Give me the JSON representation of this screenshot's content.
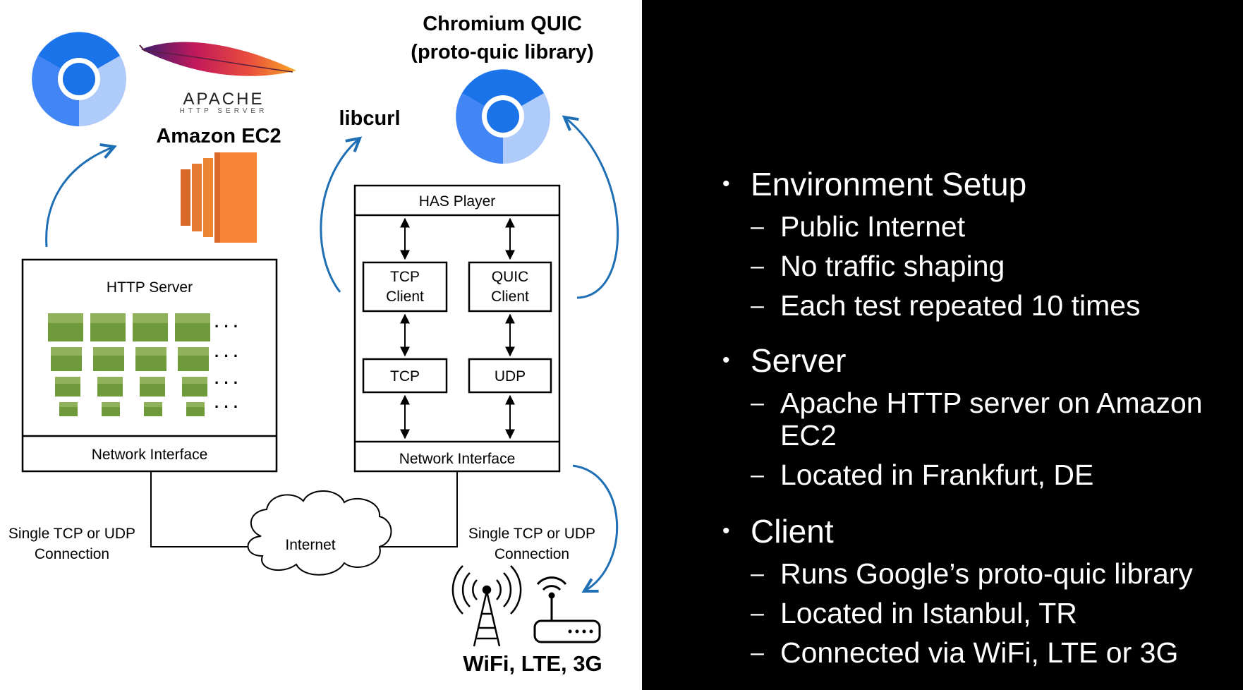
{
  "diagram": {
    "chromium_quic_title_line1": "Chromium QUIC",
    "chromium_quic_title_line2": "(proto-quic library)",
    "apache_logo_text": "APACHE",
    "apache_logo_subtext": "HTTP SERVER",
    "amazon_ec2_label": "Amazon EC2",
    "libcurl_label": "libcurl",
    "has_player_label": "HAS Player",
    "tcp_client_line1": "TCP",
    "tcp_client_line2": "Client",
    "quic_client_line1": "QUIC",
    "quic_client_line2": "Client",
    "tcp_label": "TCP",
    "udp_label": "UDP",
    "http_server_label": "HTTP Server",
    "network_interface_left": "Network Interface",
    "network_interface_right": "Network Interface",
    "internet_label": "Internet",
    "connection_left_line1": "Single TCP or UDP",
    "connection_left_line2": "Connection",
    "connection_right_line1": "Single TCP or UDP",
    "connection_right_line2": "Connection",
    "access_label": "WiFi, LTE, 3G",
    "ellipsis": "· · ·"
  },
  "sections": [
    {
      "title": "Environment Setup",
      "items": [
        "Public Internet",
        "No traffic shaping",
        "Each test repeated 10 times"
      ]
    },
    {
      "title": "Server",
      "items": [
        "Apache HTTP server on Amazon EC2",
        "Located in Frankfurt, DE"
      ]
    },
    {
      "title": "Client",
      "items": [
        "Runs Google’s proto-quic library",
        "Located in Istanbul, TR",
        "Connected via WiFi, LTE or 3G"
      ]
    }
  ],
  "bullet_symbol": "•",
  "dash_symbol": "–",
  "colors": {
    "arrow_blue": "#1f6fb5",
    "chromium_blue": "#1a73e8",
    "ec2_orange": "#f58535",
    "panel_bg": "#000000",
    "panel_text": "#ffffff"
  }
}
